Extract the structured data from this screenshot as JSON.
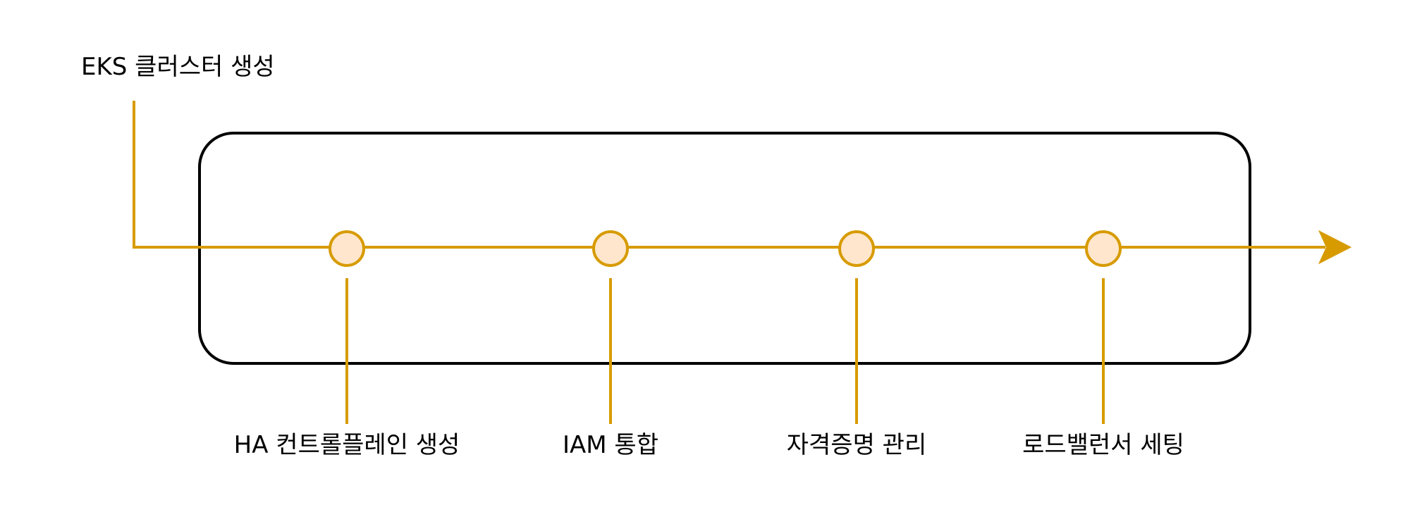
{
  "diagram": {
    "start_label": "EKS 클러스터 생성",
    "milestones": [
      {
        "label": "HA 컨트롤플레인 생성"
      },
      {
        "label": "IAM 통합"
      },
      {
        "label": "자격증명 관리"
      },
      {
        "label": "로드밸런서 세팅"
      }
    ]
  },
  "colors": {
    "timeline": "#D79B00",
    "marker_fill": "#FFE6CC",
    "box_stroke": "#000000",
    "text": "#000000",
    "background": "#FFFFFF"
  }
}
